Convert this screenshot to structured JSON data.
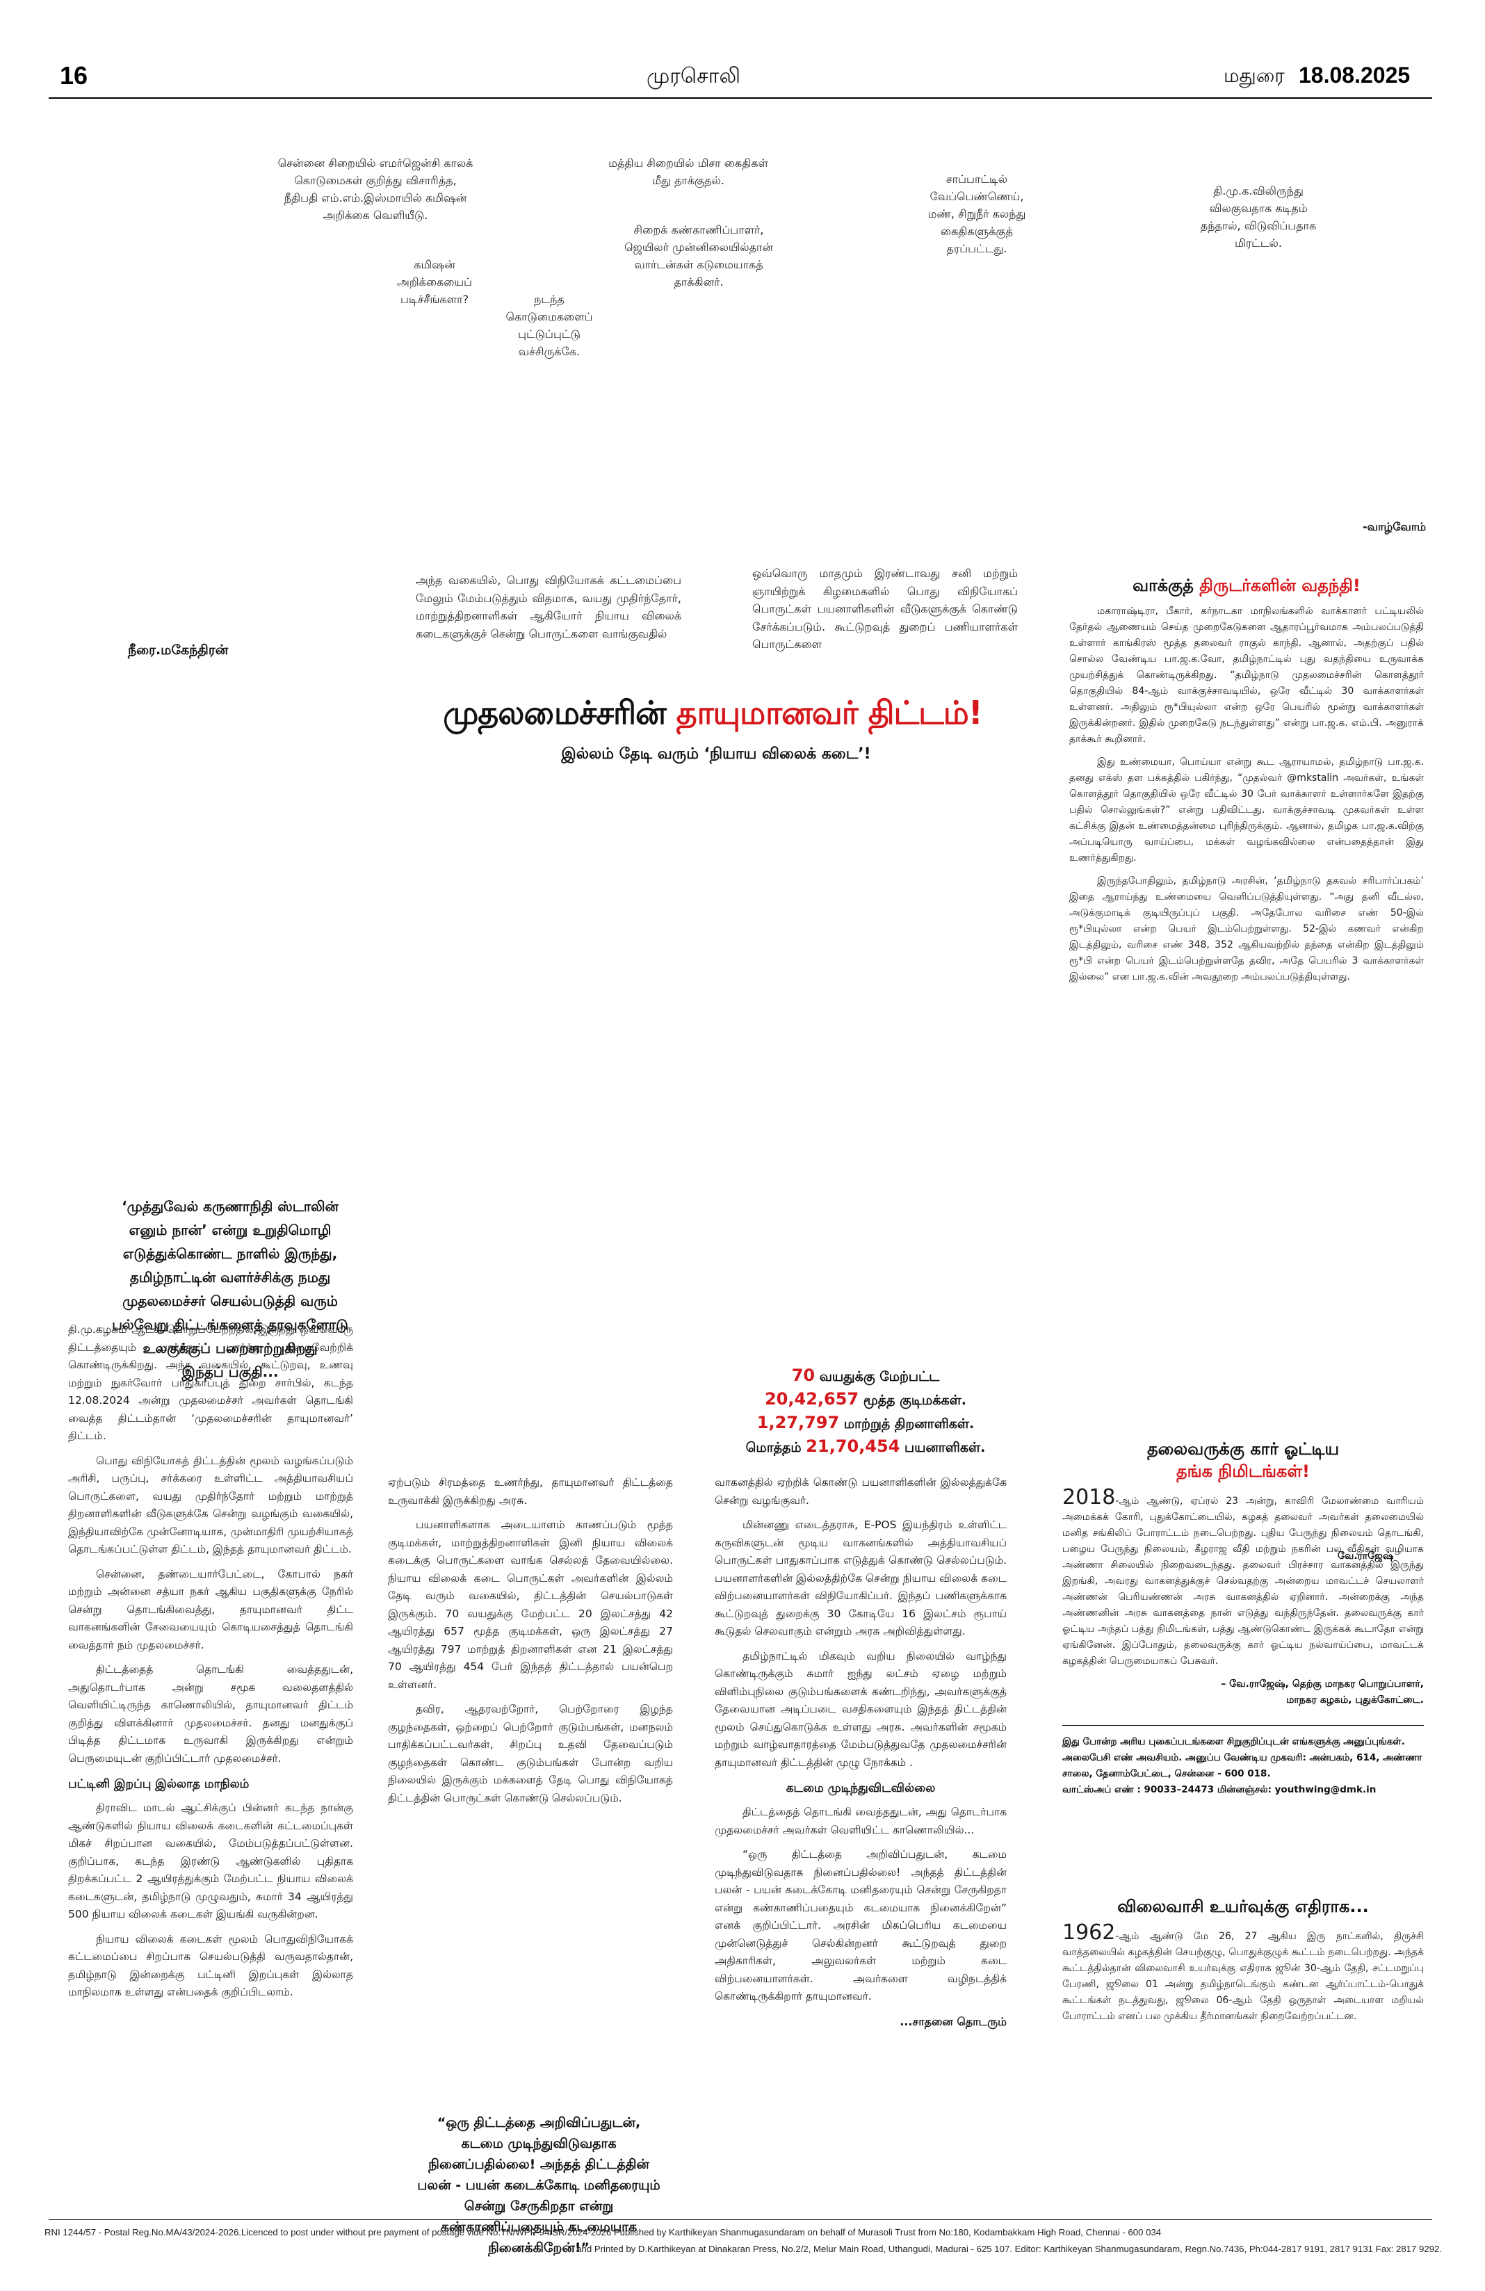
{
  "header": {
    "page_number": "16",
    "masthead": "முரசொலி",
    "city": "மதுரை",
    "date": "18.08.2025"
  },
  "cartoon_captions": {
    "c1": "சென்னை சிறையில் எமர்ஜென்சி காலக்\nகொடுமைகள் குறித்து விசாரித்த,\nநீதிபதி எம்.எம்.இஸ்மாயில் கமிஷன்\nஅறிக்கை வெளியீடு.",
    "c2": "மத்திய சிறையில் மிசா கைதிகள்\nமீது தாக்குதல்.",
    "c3": "சாப்பாட்டில்\nவேப்பெண்ணெய்,\nமண், சிறுநீர் கலந்து\nகைதிகளுக்குத்\nதரப்பட்டது.",
    "c4": "தி.மு.க.விலிருந்து\nவிலகுவதாக கடிதம்\nதந்தால், விடுவிப்பதாக\nமிரட்டல்.",
    "c5": "சிறைக் கண்காணிப்பாளர்,\nஜெயிலர் முன்னிலையில்தான்\nவார்டன்கள் கடுமையாகத்\nதாக்கினர்.",
    "c6": "கமிஷன்\nஅறிக்கையைப்\nபடிச்சீங்களா?",
    "c7": "நடந்த\nகொடுமைகளைப்\nபுட்டுப்புட்டு\nவச்சிருக்கே.",
    "signoff": "-வாழ்வோம்"
  },
  "teaser": {
    "col1": "அந்த வகையில், பொது விநியோகக் கட்டமைப்பை மேலும் மேம்படுத்தும் விதமாக, வயது முதிர்ந்தோர், மாற்றுத்திறனாளிகள் ஆகியோர் நியாய விலைக் கடைகளுக்குச் சென்று பொருட்களை வாங்குவதில்",
    "col2": "ஒவ்வொரு மாதமும் இரண்டாவது சனி மற்றும் ஞாயிற்றுக் கிழமைகளில் பொது விநியோகப் பொருட்கள் பயனாளிகளின் வீடுகளுக்குக் கொண்டு சேர்க்கப்படும். கூட்டுறவுத் துறைப் பணியாளர்கள் பொருட்களை"
  },
  "main_article": {
    "author": "நீரை.மகேந்திரன்",
    "headline_black": "முதலமைச்சரின்",
    "headline_red": "தாயுமானவர் திட்டம்!",
    "subhead": "இல்லம் தேடி வரும் ‘நியாய விலைக் கடை’!",
    "intro": "‘முத்துவேல் கருணாநிதி ஸ்டாலின்\nஎனும் நான்’ என்று உறுதிமொழி\nஎடுத்துக்கொண்ட நாளில் இருந்து,\nதமிழ்நாட்டின் வளர்ச்சிக்கு நமது\nமுதலமைச்சர் செயல்படுத்தி வரும்\nபல்வேறு திட்டங்களைத் தரவுகளோடு\nஉலகுக்குப் பறைசாற்றுகிறது\nஇந்தப் பகுதி...",
    "col1": [
      "தி.மு.கழகம் ஆட்சி பொறுப்பேற்றதில் இருந்து ஒவ்வொரு திட்டத்தையும் பார்த்துப் பார்த்து நிறைவேற்றிக் கொண்டிருக்கிறது. அந்த வகையில், கூட்டுறவு, உணவு மற்றும் நுகர்வோர் பாதுகாப்புத் துறை சார்பில், கடந்த 12.08.2024 அன்று முதலமைச்சர் அவர்கள் தொடங்கி வைத்த திட்டம்தான் ‘முதலமைச்சரின் தாயுமானவர்’ திட்டம்.",
      "பொது விநியோகத் திட்டத்தின் மூலம் வழங்கப்படும் அரிசி, பருப்பு, சர்க்கரை உள்ளிட்ட அத்தியாவசியப் பொருட்களை, வயது முதிர்ந்தோர் மற்றும் மாற்றுத் திறனாளிகளின் வீடுகளுக்கே சென்று வழங்கும் வகையில், இந்தியாவிற்கே முன்னோடியாக, முன்மாதிரி முயற்சியாகத் தொடங்கப்பட்டுள்ள திட்டம், இந்தத் தாயுமானவர் திட்டம்.",
      "சென்னை, தண்டையார்பேட்டை, கோபால் நகர் மற்றும் அன்னை சத்யா நகர் ஆகிய பகுதிகளுக்கு நேரில் சென்று தொடங்கிவைத்து, தாயுமானவர் திட்ட வாகனங்களின் சேவையையும் கொடியசைத்துத் தொடங்கி வைத்தார் நம் முதலமைச்சர்.",
      "திட்டத்தைத் தொடங்கி வைத்ததுடன், அதுதொடர்பாக அன்று சமூக வலைதளத்தில் வெளியிட்டிருந்த காணொலியில், தாயுமானவர் திட்டம் குறித்து விளக்கினார் முதலமைச்சர். தனது மனதுக்குப் பிடித்த திட்டமாக உருவாகி இருக்கிறது என்றும் பெருமையுடன் குறிப்பிட்டார் முதலமைச்சர்."
    ],
    "col1_sub": "பட்டினி இறப்பு இல்லாத மாநிலம்",
    "col1b": [
      "திராவிட மாடல் ஆட்சிக்குப் பின்னர் கடந்த நான்கு ஆண்டுகளில் நியாய விலைக் கடைகளின் கட்டமைப்புகள் மிகச் சிறப்பான வகையில், மேம்படுத்தப்பட்டுள்ளன. குறிப்பாக, கடந்த இரண்டு ஆண்டுகளில் புதிதாக திறக்கப்பட்ட 2 ஆயிரத்துக்கும் மேற்பட்ட நியாய விலைக் கடைகளுடன், தமிழ்நாடு முழுவதும், சுமார் 34 ஆயிரத்து 500 நியாய விலைக் கடைகள் இயங்கி வருகின்றன.",
      "நியாய விலைக் கடைகள் மூலம் பொதுவிநியோகக் கட்டமைப்பை சிறப்பாக செயல்படுத்தி வருவதால்தான், தமிழ்நாடு இன்றைக்கு பட்டினி இறப்புகள் இல்லாத மாநிலமாக உள்ளது என்பதைக் குறிப்பிடலாம்."
    ],
    "col2": [
      "ஏற்படும் சிரமத்தை உணர்ந்து, தாயுமானவர் திட்டத்தை உருவாக்கி இருக்கிறது அரசு.",
      "பயனாளிகளாக அடையாளம் காணப்படும் மூத்த குடிமக்கள், மாற்றுத்திறனாளிகள் இனி நியாய விலைக் கடைக்கு பொருட்களை வாங்க செல்லத் தேவையில்லை. நியாய விலைக் கடை பொருட்கள் அவர்களின் இல்லம் தேடி வரும் வகையில், திட்டத்தின் செயல்பாடுகள் இருக்கும். 70 வயதுக்கு மேற்பட்ட 20 இலட்சத்து 42 ஆயிரத்து 657 மூத்த குடிமக்கள், ஒரு இலட்சத்து 27 ஆயிரத்து 797 மாற்றுத் திறனாளிகள் என 21 இலட்சத்து 70 ஆயிரத்து 454 பேர் இந்தத் திட்டத்தால் பயன்பெற உள்ளனர்.",
      "தவிர, ஆதரவற்றோர், பெற்றோரை இழந்த குழந்தைகள், ஒற்றைப் பெற்றோர் குடும்பங்கள், மனநலம் பாதிக்கப்பட்டவர்கள், சிறப்பு உதவி தேவைப்படும் குழந்தைகள் கொண்ட குடும்பங்கள் போன்ற வறிய நிலையில் இருக்கும் மக்களைத் தேடி பொது விநியோகத் திட்டத்தின் பொருட்கள் கொண்டு செல்லப்படும்."
    ],
    "col3": [
      "வாகனத்தில் ஏற்றிக் கொண்டு பயனாளிகளின் இல்லத்துக்கே சென்று வழங்குவர்.",
      "மின்னணு எடைத்தராசு, E-POS இயந்திரம் உள்ளிட்ட கருவிகளுடன் மூடிய வாகனங்களில் அத்தியாவசியப் பொருட்கள் பாதுகாப்பாக எடுத்துக் கொண்டு செல்லப்படும். பயனாளர்களின் இல்லத்திற்கே சென்று நியாய விலைக் கடை விற்பனையாளர்கள் விநியோகிப்பர். இந்தப் பணிகளுக்காக கூட்டுறவுத் துறைக்கு 30 கோடியே 16 இலட்சம் ரூபாய் கூடுதல் செலவாகும் என்றும் அரசு அறிவித்துள்ளது.",
      "தமிழ்நாட்டில் மிகவும் வறிய நிலையில் வாழ்ந்து கொண்டிருக்கும் சுமார் ஐந்து லட்சம் ஏழை மற்றும் விளிம்புநிலை குடும்பங்களைக் கண்டறிந்து, அவர்களுக்குத் தேவையான அடிப்படை வசதிகளையும் இந்தத் திட்டத்தின் மூலம் செய்துகொடுக்க உள்ளது அரசு. அவர்களின் சமூகம் மற்றும் வாழ்வாதாரத்தை மேம்படுத்துவதே முதலமைச்சரின் தாயுமானவர் திட்டத்தின் முழு நோக்கம் ."
    ],
    "col3_sub": "கடமை முடிந்துவிடவில்லை",
    "col3b": [
      "திட்டத்தைத் தொடங்கி வைத்ததுடன், அது தொடர்பாக முதலமைச்சர் அவர்கள் வெளியிட்ட காணொலியில்...",
      "“ஒரு திட்டத்தை அறிவிப்பதுடன், கடமை முடிந்துவிடுவதாக நினைப்பதில்லை! அந்தத் திட்டத்தின் பலன் - பயன் கடைக்கோடி மனிதரையும் சென்று சேருகிறதா என்று கண்காணிப்பதையும் கடமையாக நினைக்கிறேன்” எனக் குறிப்பிட்டார். அரசின் மிகப்பெரிய கடமையை முன்னெடுத்துச் செல்கின்றனர் கூட்டுறவுத் துறை அதிகாரிகள், அலுவலர்கள் மற்றும் கடை விற்பனையாளர்கள். அவர்களை வழிநடத்திக் கொண்டிருக்கிறார் தாயுமானவர்."
    ],
    "continued": "...சாதனை தொடரும்",
    "pull_quote": "“ஒரு திட்டத்தை அறிவிப்பதுடன்,\nகடமை முடிந்துவிடுவதாக\nநினைப்பதில்லை! அந்தத் திட்டத்தின்\nபலன் - பயன் கடைக்கோடி மனிதரையும்\nசென்று சேருகிறதா என்று\nகண்காணிப்பதையும் கடமையாக\nநினைக்கிறேன்!”",
    "stats": {
      "l1_num": "70",
      "l1_text": " வயதுக்கு மேற்பட்ட",
      "l2_num": "20,42,657",
      "l2_text": " மூத்த குடிமக்கள்.",
      "l3_num": "1,27,797",
      "l3_text": " மாற்றுத் திறனாளிகள்.",
      "l4_text": "மொத்தம் ",
      "l4_num": "21,70,454",
      "l4_tail": " பயனாளிகள்."
    }
  },
  "sidebar_vote": {
    "title_black": "வாக்குத் ",
    "title_red": "திருடர்களின் வதந்தி!",
    "paras": [
      "மகாராஷ்டிரா, பீகார், கர்நாடகா மாநிலங்களில் வாக்காளர் பட்டியலில் தேர்தல் ஆணையம் செய்த முறைகேடுகளை ஆதாரப்பூர்வமாக அம்பலப்படுத்தி உள்ளார் காங்கிரஸ் மூத்த தலைவர் ராகுல் காந்தி. ஆனால், அதற்குப் பதில் சொல்ல வேண்டிய பா.ஜ.க.வோ, தமிழ்நாட்டில் புது வதந்தியை உருவாக்க முயற்சித்துக் கொண்டிருக்கிறது. “தமிழ்நாடு முதலமைச்சரின் கொளத்தூர் தொகுதியில் 84-ஆம் வாக்குச்சாவடியில், ஒரே வீட்டில் 30 வாக்காளர்கள் உள்ளனர். அதிலும் ரூ*பியுல்லா என்ற ஒரே பெயரில் மூன்று வாக்காளர்கள் இருக்கின்றனர். இதில் முறைகேடு நடந்துள்ளது” என்று பா.ஜ.க. எம்.பி. அனுராக் தாக்கூர் கூறினார்.",
      "இது உண்மையா, பொய்யா என்று கூட ஆராயாமல், தமிழ்நாடு பா.ஜ.க. தனது எக்ஸ் தள பக்கத்தில் பகிர்ந்து, “முதல்வர் @mkstalin அவர்கள், உங்கள் கொளத்தூர் தொகுதியில் ஒரே வீட்டில் 30 பேர் வாக்காளர் உள்ளார்களே இதற்கு பதில் சொல்லுங்கள்?” என்று பதிவிட்டது. வாக்குச்சாவடி முகவர்கள் உள்ள கட்சிக்கு இதன் உண்மைத்தன்மை புரிந்திருக்கும். ஆனால், தமிழக பா.ஜ.க.விற்கு அப்படியொரு வாய்ப்பை, மக்கள் வழங்கவில்லை என்பதைத்தான் இது உணர்த்துகிறது.",
      "இருந்தபோதிலும், தமிழ்நாடு அரசின், ‘தமிழ்நாடு தகவல் சரிபார்ப்பகம்’ இதை ஆராய்ந்து உண்மையை வெளிப்படுத்தியுள்ளது. “அது தனி வீடல்ல, அடுக்குமாடிக் குடியிருப்புப் பகுதி. அதேபோல வரிசை எண் 50-இல் ரூ*பியுல்லா என்ற பெயர் இடம்பெற்றுள்ளது. 52-இல் கணவர் என்கிற இடத்திலும், வரிசை எண் 348, 352 ஆகியவற்றில் தந்தை என்கிற இடத்திலும் ரூ*பி என்ற பெயர் இடம்பெற்றுள்ளதே தவிர, அதே பெயரில் 3 வாக்காளர்கள் இல்லை” என பா.ஜ.க.வின் அவதூறை அம்பலப்படுத்தியுள்ளது."
    ]
  },
  "sidebar_gold": {
    "title": "தலைவருக்கு கார் ஓட்டிய",
    "title_red": "தங்க நிமிடங்கள்!",
    "lead_year": "2018",
    "para": "-ஆம் ஆண்டு, ஏப்ரல் 23 அன்று, காவிரி மேலாண்மை வாரியம் அமைக்கக் கோரி, புதுக்கோட்டையில், கழகத் தலைவர் அவர்கள் தலைமையில் மனித சங்கிலிப் போராட்டம் நடைபெற்றது. புதிய பேருந்து நிலையம் தொடங்கி, பழைய பேருந்து நிலையம், கீழராஜ வீதி மற்றும் நகரின் பல வீதிகள் வழியாக அண்ணா சிலையில் நிறைவடைந்தது. தலைவர் பிரச்சார வாகனத்தில் இருந்து இறங்கி, அவரது வாகனத்துக்குச் செல்வதற்கு அன்றைய மாவட்டச் செயலாளர் அண்ணன் பெரியண்ணன் அரசு வாகனத்தில் ஏறினார். அன்றைக்கு அந்த அண்ணனின் அரசு வாகனத்தை நான் எடுத்து வந்திருந்தேன். தலைவருக்கு கார் ஓட்டிய அந்தப் பத்து நிமிடங்கள், பத்து ஆண்டுகொண்ட இருக்கக் கூடாதோ என்று ஏங்கினேன். இப்போதும், தலைவருக்கு கார் ஓட்டிய நல்வாய்ப்பை, மாவட்டக் கழகத்தின் பெருமையாகப் பேசுவர்.",
    "photo_caption": "வே.ராஜேஷ்",
    "byline": "– வே.ராஜேஷ், தெற்கு மாநகர பொறுப்பாளர்,\nமாநகர கழகம், புதுக்கோட்டை.",
    "appeal": "இது போன்ற அரிய புகைப்படங்களை சிறுகுறிப்புடன் எங்களுக்கு அனுப்புங்கள். அலைபேசி எண் அவசியம். அனுப்ப வேண்டிய முகவரி: அன்பகம், 614, அண்ணா சாலை, தேனாம்பேட்டை, சென்னை - 600 018.",
    "contact": "வாட்ஸ்அப் எண் : 90033–24473 மின்னஞ்சல்: youthwing@dmk.in"
  },
  "sidebar_price": {
    "title": "விலைவாசி உயர்வுக்கு எதிராக...",
    "lead_year": "1962",
    "para": "-ஆம் ஆண்டு மே 26, 27 ஆகிய இரு நாட்களில், திருச்சி வாத்தலையில் கழகத்தின் செயற்குழு, பொதுக்குழுக் கூட்டம் நடைபெற்றது. அந்தக் கூட்டத்தில்தான் விலைவாசி உயர்வுக்கு எதிராக ஜூன் 30-ஆம் தேதி, சட்டமறுப்பு பேரணி, ஜூலை 01 அன்று தமிழ்நாடெங்கும் கண்டன ஆர்ப்பாட்டம்-பொதுக் கூட்டங்கள் நடத்துவது, ஜூலை 06-ஆம் தேதி ஒருநாள் அடையாள மறியல் போராட்டம் எனப் பல முக்கிய தீர்மானங்கள் நிறைவேற்றப்பட்டன."
  },
  "footer": {
    "line1": "RNI 1244/57 - Postal Reg.No.MA/43/2024-2026.Licenced to post under without pre payment of postage vide No.TN/WPP-94/SR/2024-2026 Published by Karthikeyan Shanmugasundaram on behalf of Murasoli Trust from No:180, Kodambakkam High Road, Chennai - 600 034",
    "line2": "and Printed by D.Karthikeyan at Dinakaran Press, No.2/2, Melur Main Road, Uthangudi, Madurai - 625 107. Editor: Karthikeyan Shanmugasundaram, Regn.No.7436, Ph:044-2817 9191, 2817 9131 Fax: 2817 9292."
  }
}
